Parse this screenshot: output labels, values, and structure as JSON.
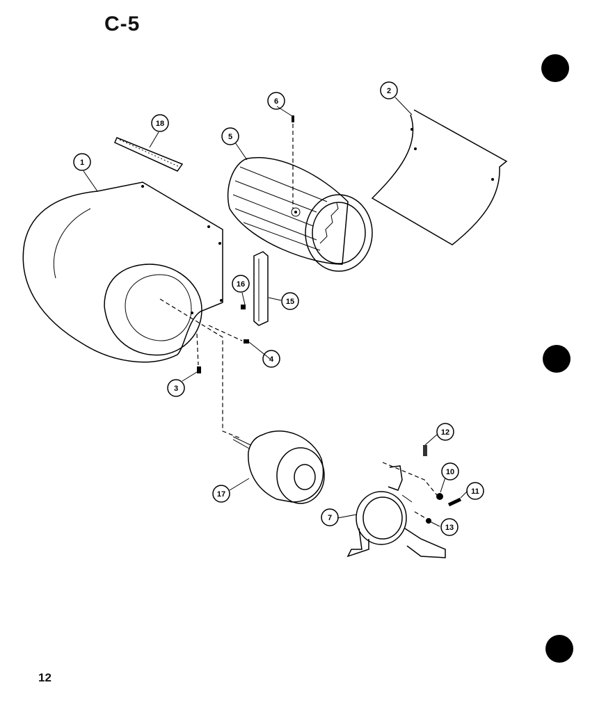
{
  "diagram": {
    "title": "C-5",
    "page_number": "12",
    "callouts": [
      {
        "id": "housing",
        "label": "1"
      },
      {
        "id": "cutoff",
        "label": "2"
      },
      {
        "id": "screw-left",
        "label": "3"
      },
      {
        "id": "screw-right",
        "label": "4"
      },
      {
        "id": "wheel",
        "label": "5"
      },
      {
        "id": "setscrew",
        "label": "6"
      },
      {
        "id": "mount-bracket",
        "label": "7"
      },
      {
        "id": "washer-a",
        "label": "10"
      },
      {
        "id": "bolt",
        "label": "11"
      },
      {
        "id": "stud",
        "label": "12"
      },
      {
        "id": "nut",
        "label": "13"
      },
      {
        "id": "support-strip",
        "label": "15"
      },
      {
        "id": "washer-b",
        "label": "16"
      },
      {
        "id": "motor",
        "label": "17"
      },
      {
        "id": "top-strip",
        "label": "18"
      }
    ]
  }
}
